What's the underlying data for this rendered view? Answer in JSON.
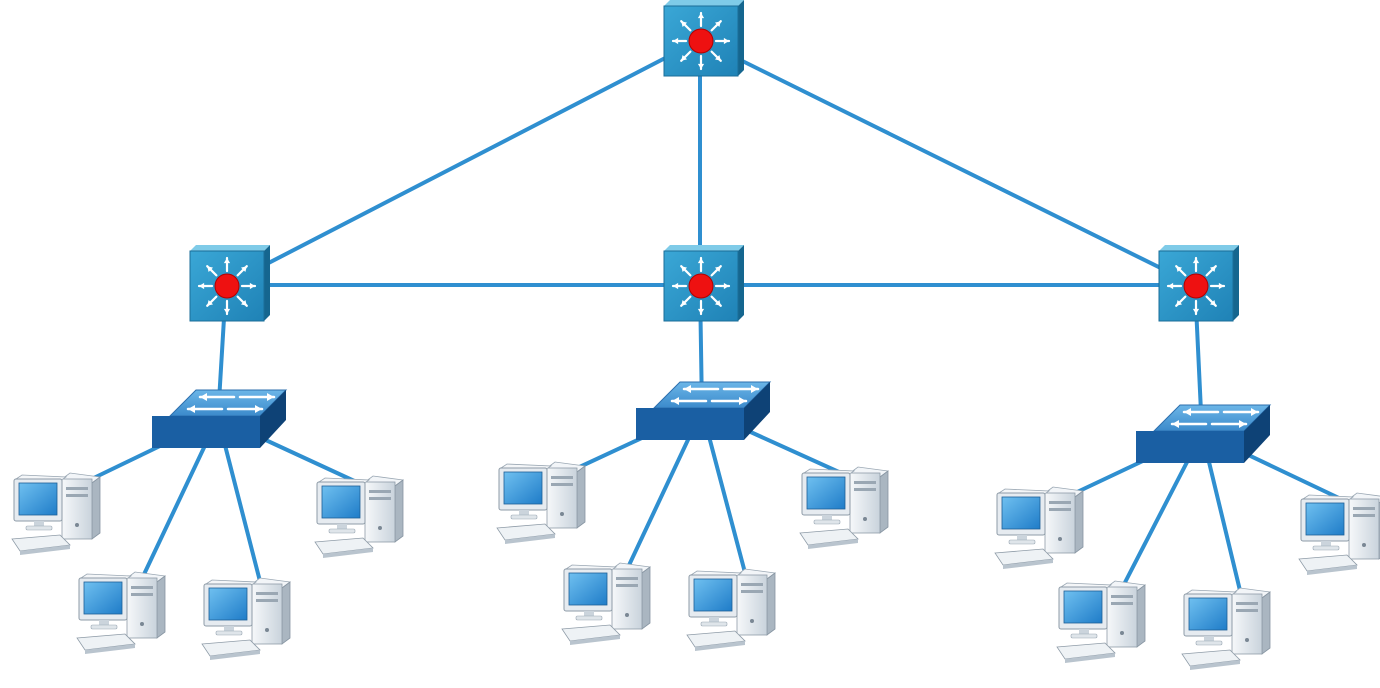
{
  "diagram": {
    "kind": "hierarchical-network-topology",
    "colors": {
      "background": "#ffffff",
      "link": "#2f8fd0",
      "router_face": "#2a94c4",
      "router_top": "#7fcbe8",
      "router_side": "#15668f",
      "router_center": "#ee1111",
      "switch_top": "#4f9fd8",
      "switch_front": "#1a5fa3",
      "switch_side": "#0e4276",
      "computer_body": "#e9eef2",
      "computer_screen": "#2f8fd6"
    },
    "nodes": [
      {
        "id": "core",
        "type": "router",
        "icon": "multilayer-switch-icon"
      },
      {
        "id": "dist-left",
        "type": "router",
        "icon": "multilayer-switch-icon"
      },
      {
        "id": "dist-center",
        "type": "router",
        "icon": "multilayer-switch-icon"
      },
      {
        "id": "dist-right",
        "type": "router",
        "icon": "multilayer-switch-icon"
      },
      {
        "id": "access-left",
        "type": "switch",
        "icon": "workgroup-switch-icon"
      },
      {
        "id": "access-center",
        "type": "switch",
        "icon": "workgroup-switch-icon"
      },
      {
        "id": "access-right",
        "type": "switch",
        "icon": "workgroup-switch-icon"
      },
      {
        "id": "pc-l1",
        "type": "computer",
        "icon": "desktop-computer-icon"
      },
      {
        "id": "pc-l2",
        "type": "computer",
        "icon": "desktop-computer-icon"
      },
      {
        "id": "pc-l3",
        "type": "computer",
        "icon": "desktop-computer-icon"
      },
      {
        "id": "pc-l4",
        "type": "computer",
        "icon": "desktop-computer-icon"
      },
      {
        "id": "pc-c1",
        "type": "computer",
        "icon": "desktop-computer-icon"
      },
      {
        "id": "pc-c2",
        "type": "computer",
        "icon": "desktop-computer-icon"
      },
      {
        "id": "pc-c3",
        "type": "computer",
        "icon": "desktop-computer-icon"
      },
      {
        "id": "pc-c4",
        "type": "computer",
        "icon": "desktop-computer-icon"
      },
      {
        "id": "pc-r1",
        "type": "computer",
        "icon": "desktop-computer-icon"
      },
      {
        "id": "pc-r2",
        "type": "computer",
        "icon": "desktop-computer-icon"
      },
      {
        "id": "pc-r3",
        "type": "computer",
        "icon": "desktop-computer-icon"
      },
      {
        "id": "pc-r4",
        "type": "computer",
        "icon": "desktop-computer-icon"
      }
    ],
    "links": [
      [
        "core",
        "dist-left"
      ],
      [
        "core",
        "dist-center"
      ],
      [
        "core",
        "dist-right"
      ],
      [
        "dist-left",
        "dist-center"
      ],
      [
        "dist-center",
        "dist-right"
      ],
      [
        "dist-left",
        "access-left"
      ],
      [
        "dist-center",
        "access-center"
      ],
      [
        "dist-right",
        "access-right"
      ],
      [
        "access-left",
        "pc-l1"
      ],
      [
        "access-left",
        "pc-l2"
      ],
      [
        "access-left",
        "pc-l3"
      ],
      [
        "access-left",
        "pc-l4"
      ],
      [
        "access-center",
        "pc-c1"
      ],
      [
        "access-center",
        "pc-c2"
      ],
      [
        "access-center",
        "pc-c3"
      ],
      [
        "access-center",
        "pc-c4"
      ],
      [
        "access-right",
        "pc-r1"
      ],
      [
        "access-right",
        "pc-r2"
      ],
      [
        "access-right",
        "pc-r3"
      ],
      [
        "access-right",
        "pc-r4"
      ]
    ]
  }
}
